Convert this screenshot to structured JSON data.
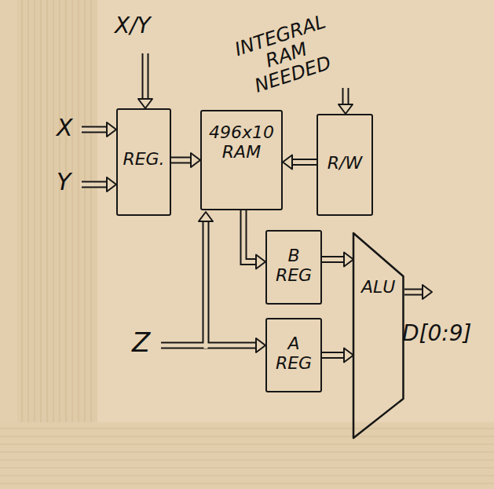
{
  "diagram": {
    "nodes": [
      {
        "text": [
          "REG."
        ]
      },
      {
        "text": [
          "496x10 RAM"
        ]
      },
      {
        "text": [
          "R/W"
        ]
      },
      {
        "text": [
          "B REG"
        ]
      },
      {
        "text": [
          "A REG"
        ]
      },
      {
        "text": [
          "ALU"
        ]
      }
    ],
    "edges": [
      {
        "from": 0,
        "to": 1,
        "arrow": "to"
      },
      {
        "from": 2,
        "to": 1,
        "arrow": "to"
      },
      {
        "from": 1,
        "to": 3,
        "arrow": "to"
      },
      {
        "from": 3,
        "to": 5,
        "arrow": "to"
      },
      {
        "from": 4,
        "to": 5,
        "arrow": "to"
      }
    ],
    "labels": [
      "X/Y",
      "INTEGRAL RAM NEEDED",
      "X",
      "Y",
      "Z",
      "D[0:9]"
    ]
  }
}
